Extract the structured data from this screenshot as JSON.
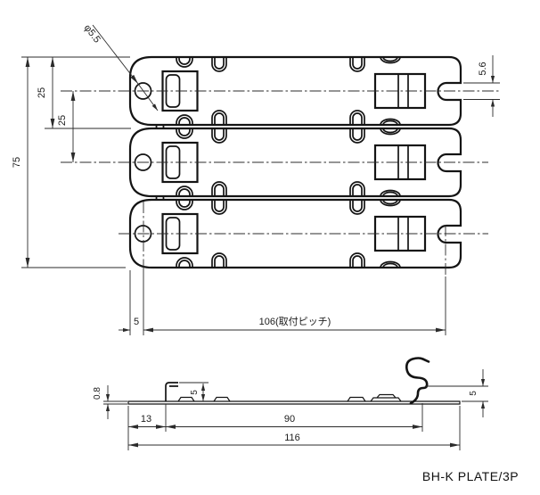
{
  "title": "BH-K PLATE/3P",
  "top_view": {
    "hole_diameter": "φ5.5",
    "overall_height": "75",
    "section_pitch": "25",
    "hole_pitch": "25",
    "slot_width": "5.6",
    "hole_offset": "5",
    "mounting_pitch": "106(取付ピッチ)"
  },
  "side_view": {
    "thickness": "0.8",
    "tab_height": "5",
    "hook_height": "5",
    "tab_offset": "13",
    "hook_pitch": "90",
    "overall_length": "116"
  }
}
